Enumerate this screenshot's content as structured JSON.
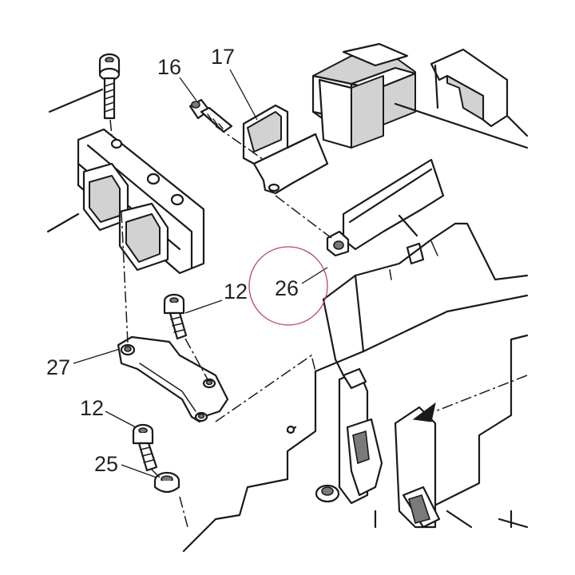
{
  "callouts": {
    "c16": "16",
    "c17": "17",
    "c12a": "12",
    "c26": "26",
    "c27": "27",
    "c12b": "12",
    "c25": "25"
  },
  "highlight_color": "#b5485e",
  "line_color": "#1a1a1a",
  "shade_color": "#d2d2d2"
}
